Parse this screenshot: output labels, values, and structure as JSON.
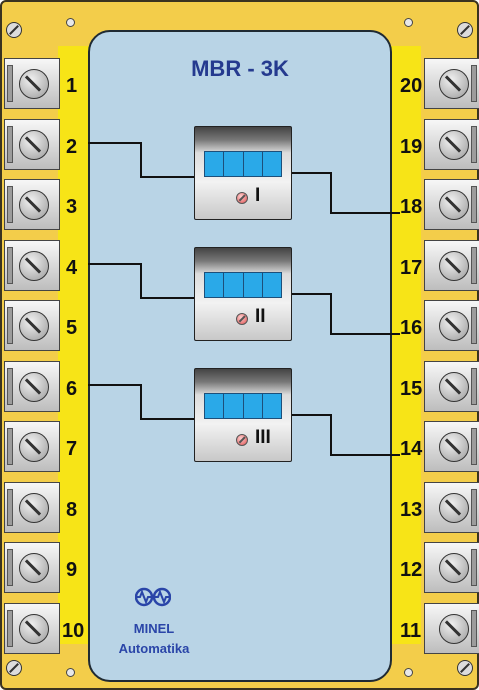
{
  "device": {
    "model": "MBR - 3K",
    "brand_line1": "MINEL",
    "brand_line2": "Automatika",
    "colors": {
      "frame": "#f3cd4a",
      "strip": "#f7e417",
      "face": "#b9d4e6",
      "display": "#2aa9e8",
      "text_blue": "#253a8f"
    }
  },
  "left_terminals": [
    "1",
    "2",
    "3",
    "4",
    "5",
    "6",
    "7",
    "8",
    "9",
    "10"
  ],
  "right_terminals": [
    "20",
    "19",
    "18",
    "17",
    "16",
    "15",
    "14",
    "13",
    "12",
    "11"
  ],
  "relays": [
    {
      "label": "I",
      "in_terminal": "2",
      "out_terminal": "18"
    },
    {
      "label": "II",
      "in_terminal": "4",
      "out_terminal": "16"
    },
    {
      "label": "III",
      "in_terminal": "6",
      "out_terminal": "14"
    }
  ],
  "icons": {
    "logo": "minel-logo-icon",
    "screw": "screw-icon",
    "led": "indicator-led-icon",
    "corner": "corner-screw-icon"
  }
}
